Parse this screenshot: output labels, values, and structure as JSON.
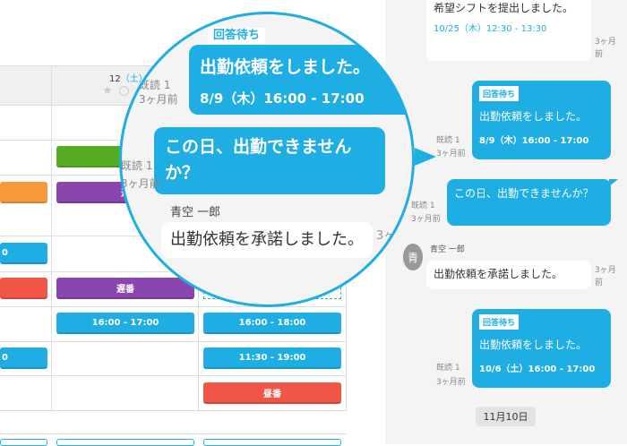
{
  "calendar": {
    "header": {
      "date": "12",
      "weekday": "（土）",
      "star_icon": "star-icon",
      "circle_icon": "circle-icon"
    },
    "chips": [
      {
        "label": "",
        "color": "#f79a3c"
      },
      {
        "label": "0",
        "color": "#1faee3"
      },
      {
        "label": "",
        "color": "#f05545"
      },
      {
        "label": "0",
        "color": "#1faee3"
      },
      {
        "label": "",
        "color": "#55ae22"
      },
      {
        "label": "遅",
        "color": "#8a45ae"
      },
      {
        "label": "遅番",
        "color": "#8a45ae"
      },
      {
        "label": "16:00 - 17:00",
        "color": "#1faee3"
      },
      {
        "label": "16:00 - 18:00",
        "color": "#1faee3"
      },
      {
        "label": "11:30 - 19:00",
        "color": "#1faee3"
      },
      {
        "label": "昼番",
        "color": "#f05545"
      }
    ]
  },
  "chat": {
    "msg1": {
      "text": "希望シフトを提出しました。",
      "date": "10/25（木）12:30 - 13:30",
      "time": "3ヶ月前"
    },
    "msg2": {
      "badge": "回答待ち",
      "text": "出勤依頼をしました。",
      "date": "8/9（木）16:00 - 17:00",
      "read": "既読 1",
      "time": "3ヶ月前"
    },
    "msg3": {
      "text": "この日、出勤できませんか？",
      "read": "既読 1",
      "time": "3ヶ月前"
    },
    "msg4": {
      "avatar": "青",
      "name": "青空 一郎",
      "text": "出勤依頼を承諾しました。",
      "time": "3ヶ月前"
    },
    "msg5": {
      "badge": "回答待ち",
      "text": "出勤依頼をしました。",
      "date": "10/6（土）16:00 - 17:00",
      "read": "既読 1",
      "time": "3ヶ月前"
    },
    "date_divider": "11月10日"
  },
  "magnifier": {
    "badge": "回答待ち",
    "msg_a": {
      "text": "出勤依頼をしました。",
      "date": "8/9（木）16:00 - 17:00",
      "read": "既読 1",
      "time": "3ヶ月前"
    },
    "msg_b": {
      "text": "この日、出勤できませんか？",
      "read": "既読 1",
      "time": "3ヶ月前"
    },
    "msg_c": {
      "name": "青空 一郎",
      "text": "出勤依頼を承諾しました。",
      "time": "3ヶ"
    }
  },
  "colors": {
    "accent": "#1faee3",
    "panel_bg": "#f4f4f4"
  }
}
